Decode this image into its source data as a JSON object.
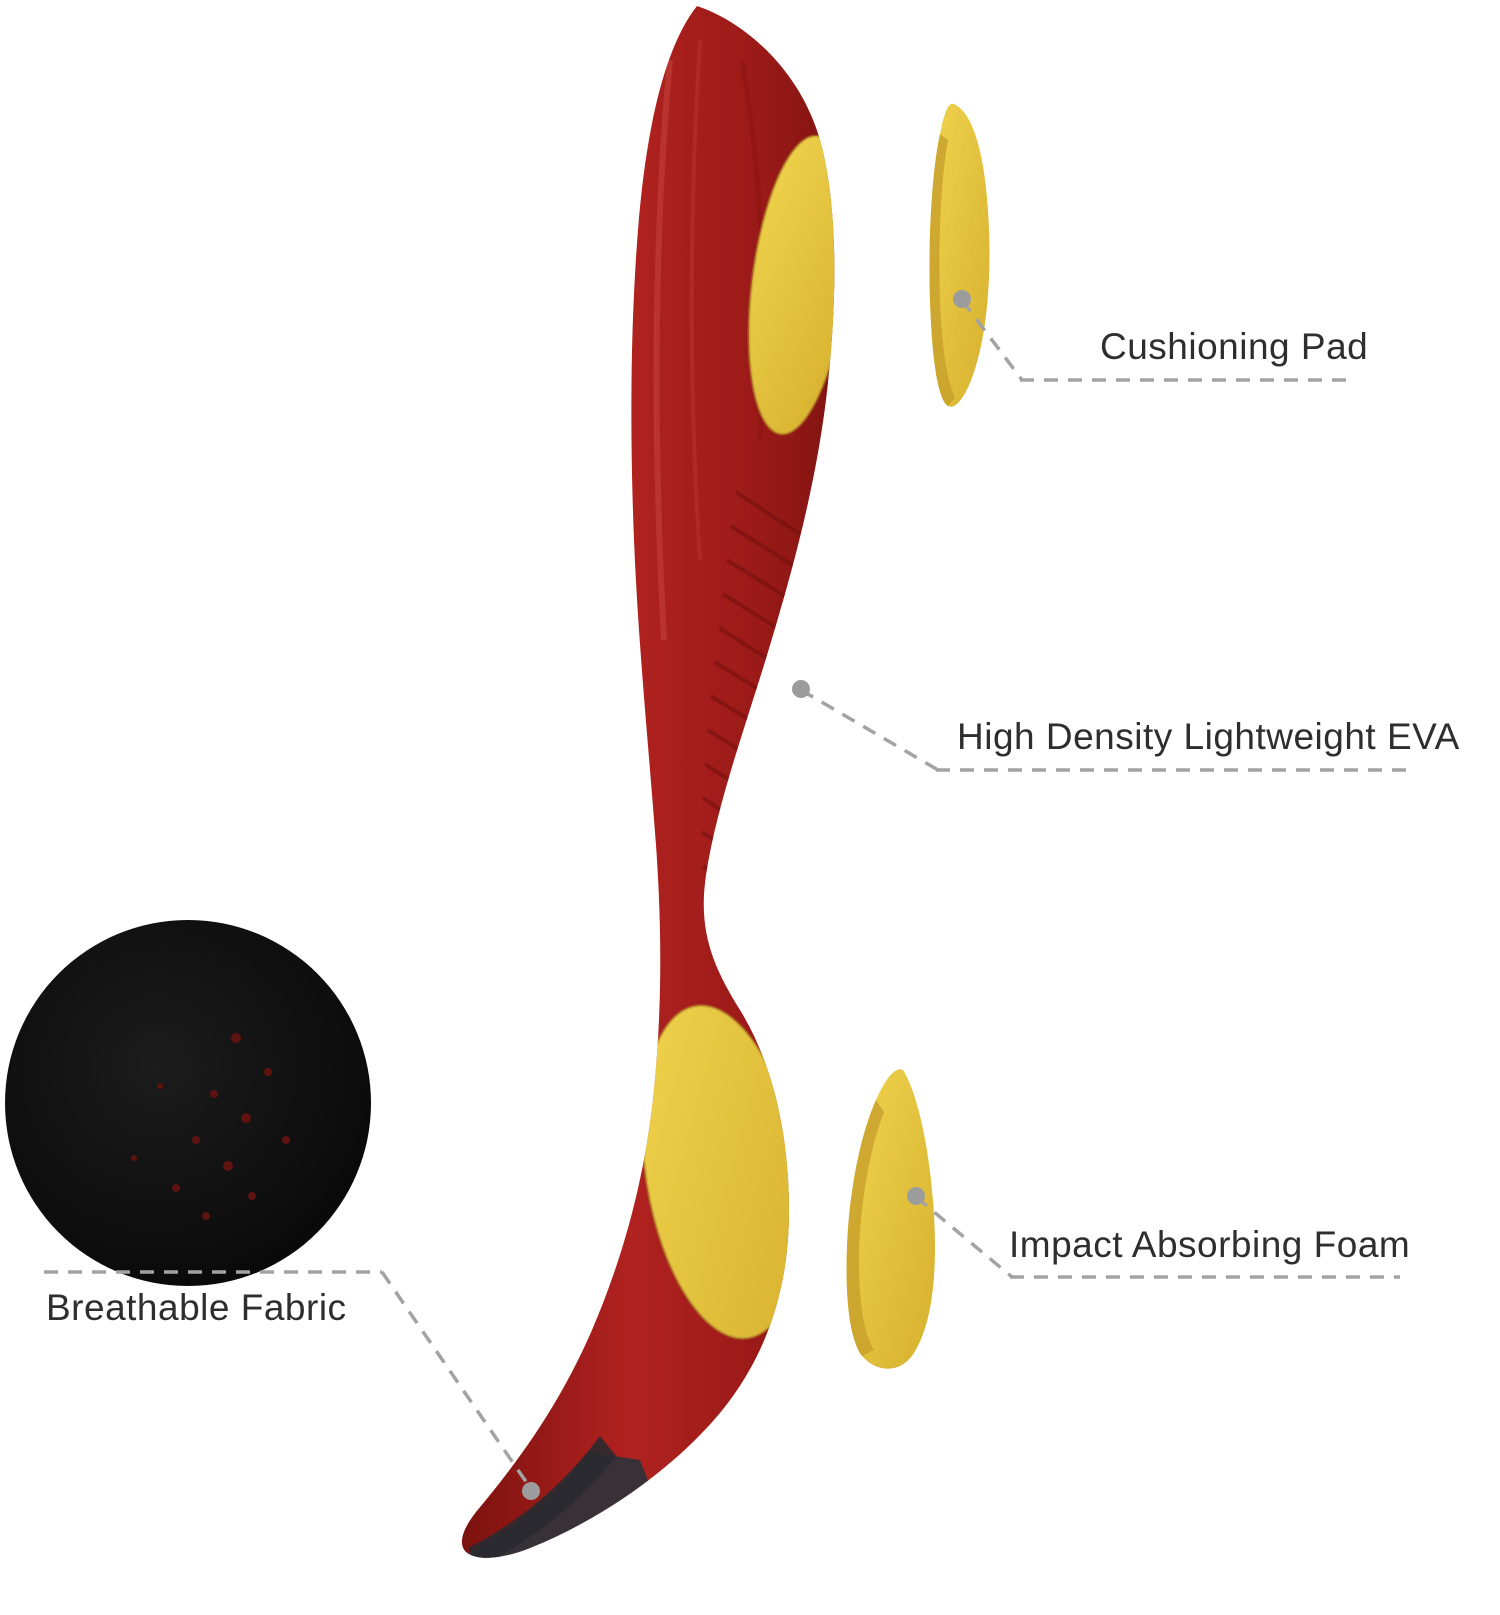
{
  "diagram": {
    "title_hint": "insole-construction-callout-diagram",
    "labels": {
      "cushioning_pad": "Cushioning Pad",
      "eva": "High Density Lightweight EVA",
      "impact_foam": "Impact Absorbing Foam",
      "breathable_fabric": "Breathable Fabric"
    },
    "colors": {
      "insole_red": "#a81f1c",
      "insole_red_dark": "#7c120f",
      "pad_yellow": "#e9c83f",
      "pad_yellow_dark": "#c3a02a",
      "fabric_black": "#0c0c0c",
      "leader_gray": "#a3a3a3",
      "dot_gray": "#9c9c9c",
      "text_color": "#2e2e2e",
      "background": "#ffffff"
    }
  }
}
